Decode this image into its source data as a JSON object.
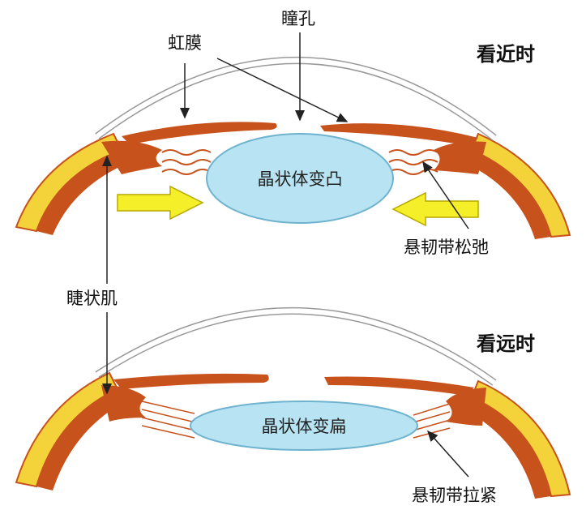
{
  "labels": {
    "iris": "虹膜",
    "pupil": "瞳孔",
    "near_title": "看近时",
    "lens_near": "晶状体变凸",
    "zonule_relaxed": "悬韧带松弛",
    "ciliary_muscle": "睫状肌",
    "far_title": "看远时",
    "lens_far": "晶状体变扁",
    "zonule_tight": "悬韧带拉紧"
  },
  "colors": {
    "sclera": "#f3d23a",
    "choroid": "#c8521c",
    "lens": "#b7e3f2",
    "lens_border": "#6fb3cf",
    "arrow": "#f5ef2a"
  }
}
